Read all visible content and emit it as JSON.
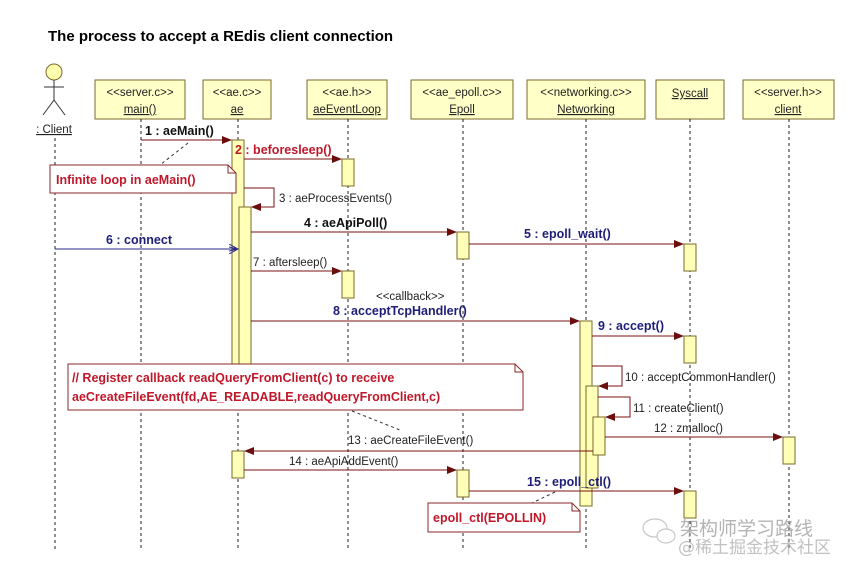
{
  "title": "The process to accept a REdis client connection",
  "actor": {
    "label": ": Client"
  },
  "participants": [
    {
      "id": "main",
      "stereotype": "<<server.c>>",
      "name": "main()"
    },
    {
      "id": "ae",
      "stereotype": "<<ae.c>>",
      "name": "ae"
    },
    {
      "id": "loop",
      "stereotype": "<<ae.h>>",
      "name": "aeEventLoop"
    },
    {
      "id": "epoll",
      "stereotype": "<<ae_epoll.c>>",
      "name": "Epoll"
    },
    {
      "id": "net",
      "stereotype": "<<networking.c>>",
      "name": "Networking"
    },
    {
      "id": "sys",
      "stereotype": "",
      "name": "Syscall"
    },
    {
      "id": "client",
      "stereotype": "<<server.h>>",
      "name": "client"
    }
  ],
  "messages": [
    {
      "n": 1,
      "label": "1 : aeMain()",
      "style": "bold"
    },
    {
      "n": 2,
      "label": "2 : beforesleep()",
      "style": "red"
    },
    {
      "n": 3,
      "label": "3 : aeProcessEvents()",
      "style": "plain"
    },
    {
      "n": 4,
      "label": "4 : aeApiPoll()",
      "style": "bold"
    },
    {
      "n": 5,
      "label": "5 : epoll_wait()",
      "style": "blue"
    },
    {
      "n": 6,
      "label": "6 : connect",
      "style": "blue"
    },
    {
      "n": 7,
      "label": "7 : aftersleep()",
      "style": "plain"
    },
    {
      "n": 8,
      "label": "8 : acceptTcpHandler()",
      "style": "blue",
      "stereotype": "<<callback>>"
    },
    {
      "n": 9,
      "label": "9 : accept()",
      "style": "blue"
    },
    {
      "n": 10,
      "label": "10 : acceptCommonHandler()",
      "style": "plain"
    },
    {
      "n": 11,
      "label": "11 : createClient()",
      "style": "plain"
    },
    {
      "n": 12,
      "label": "12 : zmalloc()",
      "style": "plain"
    },
    {
      "n": 13,
      "label": "13 : aeCreateFileEvent()",
      "style": "plain"
    },
    {
      "n": 14,
      "label": "14 : aeApiAddEvent()",
      "style": "plain"
    },
    {
      "n": 15,
      "label": "15 : epoll_ctl()",
      "style": "blue"
    }
  ],
  "notes": {
    "infinite_loop": "Infinite loop in aeMain()",
    "register_line1": "// Register callback readQueryFromClient(c) to receive",
    "register_line2": "aeCreateFileEvent(fd,AE_READABLE,readQueryFromClient,c)",
    "epoll_in": "epoll_ctl(EPOLLIN)"
  },
  "watermark": {
    "line1": "架构师学习路线",
    "line2": "@稀土掘金技术社区"
  },
  "colors": {
    "box_fill": "#ffffc8",
    "arrow": "#6a0e0e",
    "red_text": "#c0182a",
    "blue_text": "#1e1e7a"
  }
}
